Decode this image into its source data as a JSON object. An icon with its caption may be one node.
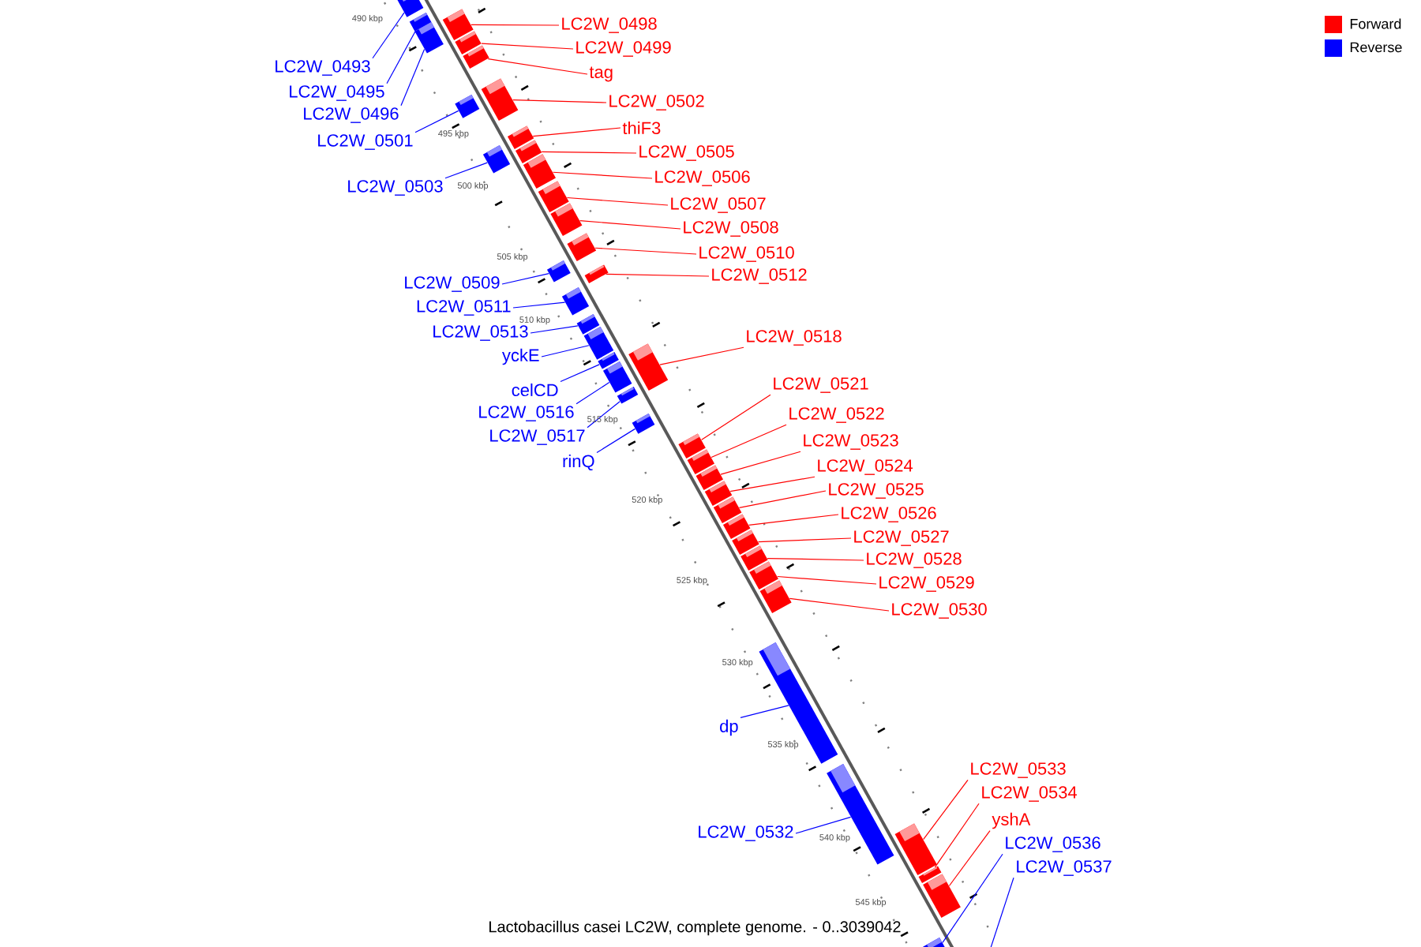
{
  "diagram": {
    "caption": "Lactobacillus casei LC2W, complete genome. - 0..3039042",
    "nodes": [
      {
        "text": [
          "LC2W_0498"
        ]
      },
      {
        "text": [
          "LC2W_0499"
        ]
      },
      {
        "text": [
          "LC2W_0493"
        ]
      },
      {
        "text": [
          "tag"
        ]
      },
      {
        "text": [
          "LC2W_0495"
        ]
      },
      {
        "text": [
          "LC2W_0502"
        ]
      },
      {
        "text": [
          "LC2W_0496"
        ]
      },
      {
        "text": [
          "thiF3"
        ]
      },
      {
        "text": [
          "LC2W_0501"
        ]
      },
      {
        "text": [
          "LC2W_0505"
        ]
      },
      {
        "text": [
          "LC2W_0506"
        ]
      },
      {
        "text": [
          "LC2W_0503"
        ]
      },
      {
        "text": [
          "LC2W_0507"
        ]
      },
      {
        "text": [
          "LC2W_0508"
        ]
      },
      {
        "text": [
          "LC2W_0510"
        ]
      },
      {
        "text": [
          "LC2W_0512"
        ]
      },
      {
        "text": [
          "LC2W_0509"
        ]
      },
      {
        "text": [
          "LC2W_0511"
        ]
      },
      {
        "text": [
          "LC2W_0513"
        ]
      },
      {
        "text": [
          "LC2W_0518"
        ]
      },
      {
        "text": [
          "yckE"
        ]
      },
      {
        "text": [
          "LC2W_0521"
        ]
      },
      {
        "text": [
          "celCD"
        ]
      },
      {
        "text": [
          "LC2W_0516"
        ]
      },
      {
        "text": [
          "LC2W_0522"
        ]
      },
      {
        "text": [
          "LC2W_0517"
        ]
      },
      {
        "text": [
          "LC2W_0523"
        ]
      },
      {
        "text": [
          "rinQ"
        ]
      },
      {
        "text": [
          "LC2W_0524"
        ]
      },
      {
        "text": [
          "LC2W_0525"
        ]
      },
      {
        "text": [
          "LC2W_0526"
        ]
      },
      {
        "text": [
          "LC2W_0527"
        ]
      },
      {
        "text": [
          "LC2W_0528"
        ]
      },
      {
        "text": [
          "LC2W_0529"
        ]
      },
      {
        "text": [
          "LC2W_0530"
        ]
      },
      {
        "text": [
          "dp"
        ]
      },
      {
        "text": [
          "LC2W_0533"
        ]
      },
      {
        "text": [
          "LC2W_0534"
        ]
      },
      {
        "text": [
          "yshA"
        ]
      },
      {
        "text": [
          "LC2W_0532"
        ]
      },
      {
        "text": [
          "LC2W_0536"
        ]
      },
      {
        "text": [
          "LC2W_0537"
        ]
      },
      {
        "text": [],
        "shape": "bar"
      },
      {
        "text": [],
        "shape": "bar"
      },
      {
        "text": [],
        "shape": "bar"
      },
      {
        "text": [],
        "shape": "bar"
      },
      {
        "text": [],
        "shape": "bar"
      },
      {
        "text": [],
        "shape": "bar"
      },
      {
        "text": [],
        "shape": "bar"
      },
      {
        "text": [],
        "shape": "bar"
      },
      {
        "text": [],
        "shape": "bar"
      },
      {
        "text": [],
        "shape": "bar"
      },
      {
        "text": [],
        "shape": "bar"
      },
      {
        "text": [],
        "shape": "bar"
      },
      {
        "text": [],
        "shape": "bar"
      },
      {
        "text": [],
        "shape": "bar"
      },
      {
        "text": [],
        "shape": "bar"
      },
      {
        "text": [],
        "shape": "bar"
      },
      {
        "text": [],
        "shape": "bar"
      },
      {
        "text": [],
        "shape": "bar"
      },
      {
        "text": [],
        "shape": "bar"
      },
      {
        "text": [],
        "shape": "bar"
      },
      {
        "text": [],
        "shape": "bar"
      },
      {
        "text": [],
        "shape": "bar"
      },
      {
        "text": [],
        "shape": "bar"
      },
      {
        "text": [],
        "shape": "bar"
      },
      {
        "text": [],
        "shape": "bar"
      },
      {
        "text": [],
        "shape": "bar"
      },
      {
        "text": [],
        "shape": "bar"
      },
      {
        "text": [],
        "shape": "bar"
      },
      {
        "text": [],
        "shape": "bar"
      },
      {
        "text": [],
        "shape": "bar"
      },
      {
        "text": [],
        "shape": "bar"
      },
      {
        "text": [],
        "shape": "bar"
      },
      {
        "text": [],
        "shape": "bar"
      },
      {
        "text": [],
        "shape": "bar"
      },
      {
        "text": [],
        "shape": "bar"
      },
      {
        "text": [],
        "shape": "bar"
      },
      {
        "text": [],
        "shape": "bar"
      },
      {
        "text": [],
        "shape": "bar"
      },
      {
        "text": [],
        "shape": "bar"
      },
      {
        "text": [],
        "shape": "bar"
      },
      {
        "text": [],
        "shape": "bar"
      }
    ],
    "edges": [
      {
        "from": 0,
        "to": 44,
        "arrow": "none",
        "color": "#ff0000"
      },
      {
        "from": 1,
        "to": 46,
        "arrow": "none",
        "color": "#ff0000"
      },
      {
        "from": 2,
        "to": 42,
        "arrow": "none",
        "color": "#0000ff"
      },
      {
        "from": 3,
        "to": 47,
        "arrow": "none",
        "color": "#ff0000"
      },
      {
        "from": 4,
        "to": 43,
        "arrow": "none",
        "color": "#0000ff"
      },
      {
        "from": 5,
        "to": 48,
        "arrow": "none",
        "color": "#ff0000"
      },
      {
        "from": 6,
        "to": 45,
        "arrow": "none",
        "color": "#0000ff"
      },
      {
        "from": 7,
        "to": 50,
        "arrow": "none",
        "color": "#ff0000"
      },
      {
        "from": 8,
        "to": 49,
        "arrow": "none",
        "color": "#0000ff"
      },
      {
        "from": 9,
        "to": 51,
        "arrow": "none",
        "color": "#ff0000"
      },
      {
        "from": 10,
        "to": 53,
        "arrow": "none",
        "color": "#ff0000"
      },
      {
        "from": 11,
        "to": 52,
        "arrow": "none",
        "color": "#0000ff"
      },
      {
        "from": 12,
        "to": 54,
        "arrow": "none",
        "color": "#ff0000"
      },
      {
        "from": 13,
        "to": 55,
        "arrow": "none",
        "color": "#ff0000"
      },
      {
        "from": 14,
        "to": 56,
        "arrow": "none",
        "color": "#ff0000"
      },
      {
        "from": 15,
        "to": 57,
        "arrow": "none",
        "color": "#ff0000"
      },
      {
        "from": 16,
        "to": 58,
        "arrow": "none",
        "color": "#0000ff"
      },
      {
        "from": 17,
        "to": 59,
        "arrow": "none",
        "color": "#0000ff"
      },
      {
        "from": 18,
        "to": 60,
        "arrow": "none",
        "color": "#0000ff"
      },
      {
        "from": 19,
        "to": 63,
        "arrow": "none",
        "color": "#ff0000"
      },
      {
        "from": 20,
        "to": 61,
        "arrow": "none",
        "color": "#0000ff"
      },
      {
        "from": 21,
        "to": 67,
        "arrow": "none",
        "color": "#ff0000"
      },
      {
        "from": 22,
        "to": 62,
        "arrow": "none",
        "color": "#0000ff"
      },
      {
        "from": 23,
        "to": 64,
        "arrow": "none",
        "color": "#0000ff"
      },
      {
        "from": 24,
        "to": 68,
        "arrow": "none",
        "color": "#ff0000"
      },
      {
        "from": 25,
        "to": 65,
        "arrow": "none",
        "color": "#0000ff"
      },
      {
        "from": 26,
        "to": 69,
        "arrow": "none",
        "color": "#ff0000"
      },
      {
        "from": 27,
        "to": 66,
        "arrow": "none",
        "color": "#0000ff"
      },
      {
        "from": 28,
        "to": 70,
        "arrow": "none",
        "color": "#ff0000"
      },
      {
        "from": 29,
        "to": 71,
        "arrow": "none",
        "color": "#ff0000"
      },
      {
        "from": 30,
        "to": 72,
        "arrow": "none",
        "color": "#ff0000"
      },
      {
        "from": 31,
        "to": 73,
        "arrow": "none",
        "color": "#ff0000"
      },
      {
        "from": 32,
        "to": 74,
        "arrow": "none",
        "color": "#ff0000"
      },
      {
        "from": 33,
        "to": 75,
        "arrow": "none",
        "color": "#ff0000"
      },
      {
        "from": 34,
        "to": 76,
        "arrow": "none",
        "color": "#ff0000"
      },
      {
        "from": 35,
        "to": 77,
        "arrow": "none",
        "color": "#0000ff"
      },
      {
        "from": 36,
        "to": 79,
        "arrow": "none",
        "color": "#ff0000"
      },
      {
        "from": 37,
        "to": 80,
        "arrow": "none",
        "color": "#ff0000"
      },
      {
        "from": 38,
        "to": 81,
        "arrow": "none",
        "color": "#ff0000"
      },
      {
        "from": 39,
        "to": 78,
        "arrow": "none",
        "color": "#0000ff"
      },
      {
        "from": 40,
        "to": 82,
        "arrow": "none",
        "color": "#0000ff"
      },
      {
        "from": 41,
        "to": null,
        "arrow": "none",
        "color": "#0000ff"
      }
    ],
    "labels": [
      "490 kbp",
      "495 kbp",
      "500 kbp",
      "505 kbp",
      "510 kbp",
      "515 kbp",
      "520 kbp",
      "525 kbp",
      "530 kbp",
      "535 kbp",
      "540 kbp",
      "545 kbp"
    ],
    "legend": [
      {
        "text": "Forward",
        "color": "#ff0000"
      },
      {
        "text": "Reverse",
        "color": "#0000ff"
      }
    ]
  }
}
